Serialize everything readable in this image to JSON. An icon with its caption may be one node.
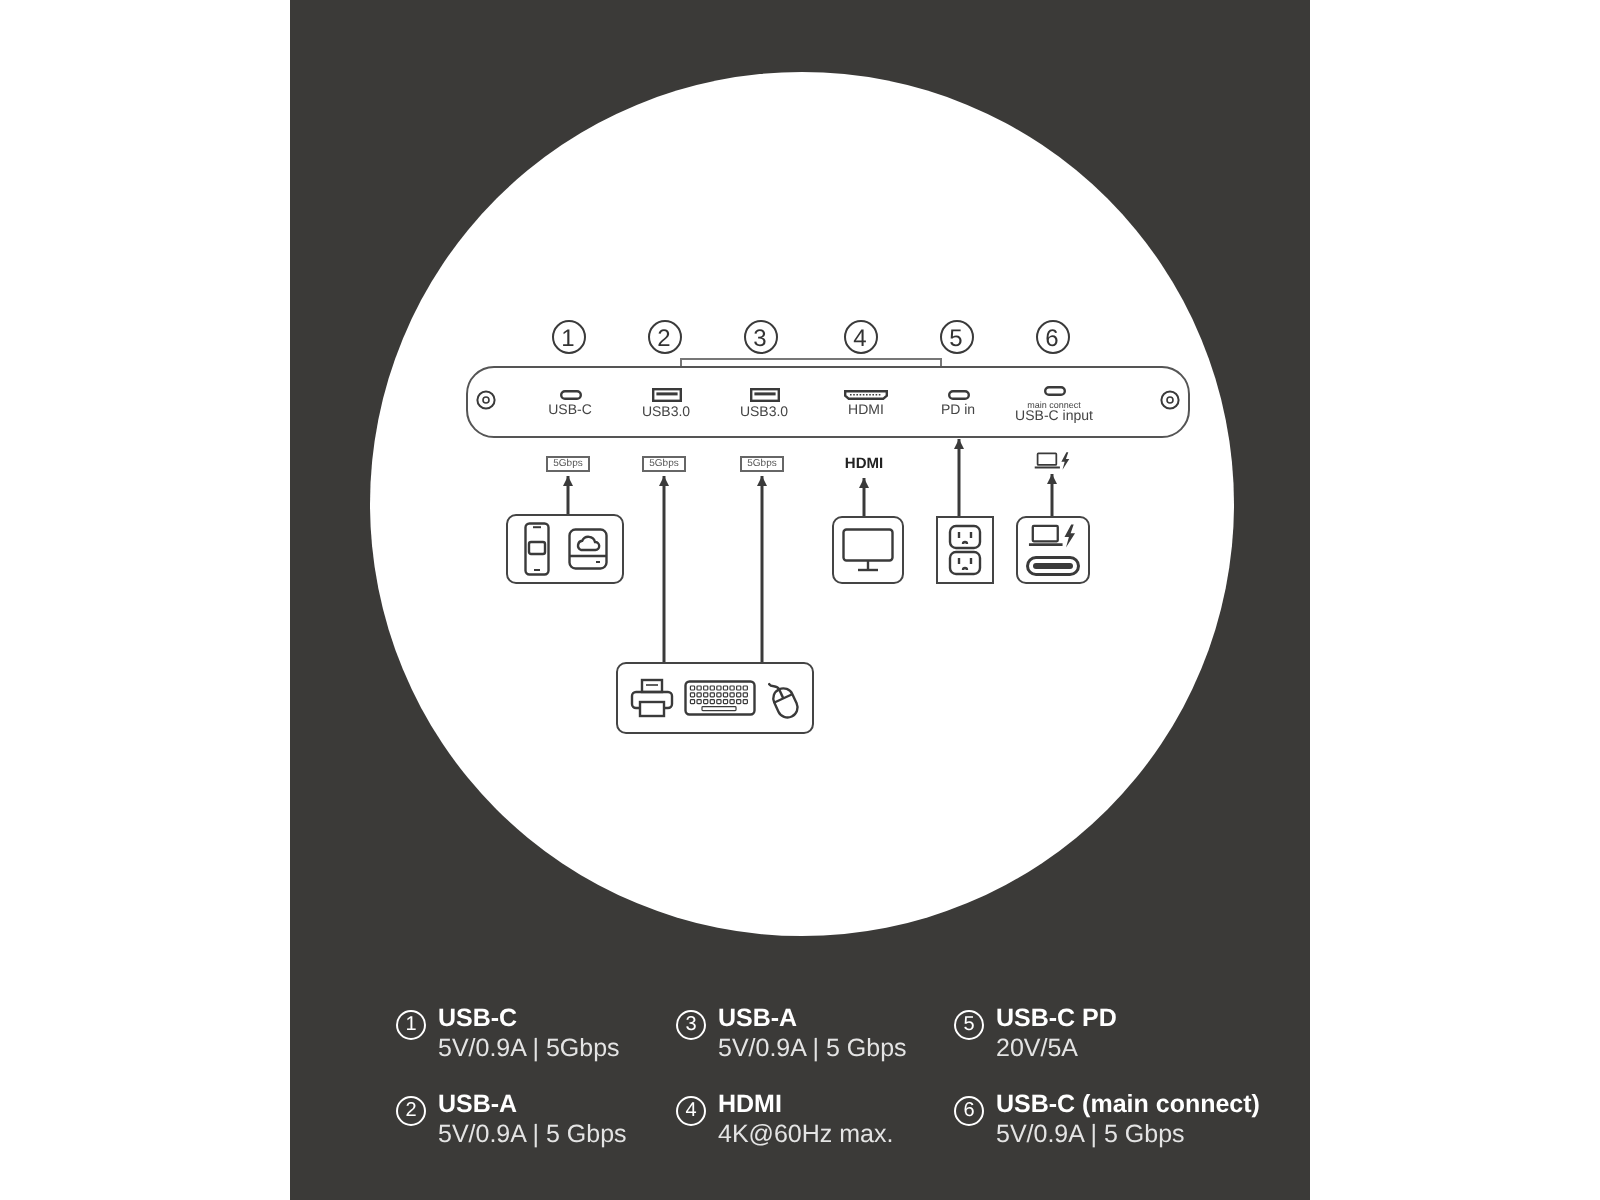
{
  "diagram": {
    "nodes": [
      {
        "text": [
          "1"
        ]
      },
      {
        "text": [
          "2"
        ]
      },
      {
        "text": [
          "3"
        ]
      },
      {
        "text": [
          "4"
        ]
      },
      {
        "text": [
          "5"
        ]
      },
      {
        "text": [
          "6"
        ]
      },
      {
        "text": [],
        "shape": "bar"
      },
      {
        "text": [
          "USB-C"
        ],
        "in": 6
      },
      {
        "text": [
          "USB3.0"
        ],
        "in": 6
      },
      {
        "text": [
          "USB3.0"
        ],
        "in": 6
      },
      {
        "text": [
          "HDMI"
        ],
        "in": 6
      },
      {
        "text": [
          "PD in"
        ],
        "in": 6
      },
      {
        "text": [
          "main connect",
          "USB-C input"
        ],
        "in": 6
      },
      {
        "text": [
          "5Gbps"
        ]
      },
      {
        "text": [
          "5Gbps"
        ]
      },
      {
        "text": [
          "5Gbps"
        ]
      },
      {
        "text": [
          "HDMI"
        ]
      },
      {
        "text": [],
        "shape": "picture"
      },
      {
        "text": [],
        "shape": "box"
      },
      {
        "text": [],
        "shape": "box"
      },
      {
        "text": [],
        "shape": "box"
      },
      {
        "text": [],
        "shape": "box"
      },
      {
        "text": [],
        "shape": "box"
      },
      {
        "text": [
          "1"
        ],
        "beside": [
          "USB-C",
          "5V/0.9A | 5Gbps"
        ]
      },
      {
        "text": [
          "3"
        ],
        "beside": [
          "USB-A",
          "5V/0.9A | 5 Gbps"
        ]
      },
      {
        "text": [
          "5"
        ],
        "beside": [
          "USB-C PD",
          "20V/5A"
        ]
      },
      {
        "text": [
          "2"
        ],
        "beside": [
          "USB-A",
          "5V/0.9A | 5 Gbps"
        ]
      },
      {
        "text": [
          "4"
        ],
        "beside": [
          "HDMI",
          "4K@60Hz max."
        ]
      },
      {
        "text": [
          "6"
        ],
        "beside": [
          "USB-C (main connect)",
          "5V/0.9A | 5 Gbps"
        ]
      }
    ],
    "edges": [
      {
        "from": 18,
        "to": 13,
        "arrow": "to"
      },
      {
        "from": 22,
        "to": 14,
        "arrow": "to"
      },
      {
        "from": 22,
        "to": 15,
        "arrow": "to"
      },
      {
        "from": 19,
        "to": 16,
        "arrow": "to"
      },
      {
        "from": 20,
        "to": 11,
        "arrow": "to"
      },
      {
        "from": 21,
        "to": 17,
        "arrow": "to"
      }
    ]
  }
}
